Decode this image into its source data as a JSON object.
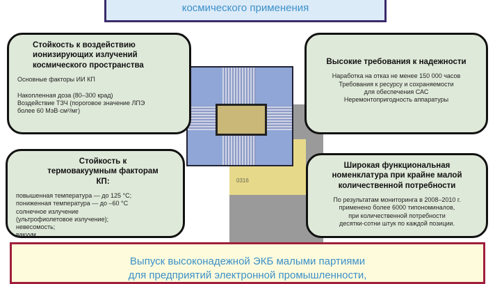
{
  "header": {
    "title_line": "космического применения"
  },
  "bubbles": {
    "radiation": {
      "title": "Стойкость к воздействию ионизирующих излучений космического пространства",
      "lines": [
        "Основные факторы ИИ КП",
        "",
        "Накопленная доза (80–300 крад)",
        "Воздействие ТЗЧ (пороговое значение ЛПЭ",
        "более 60 МэВ·см²/мг)"
      ]
    },
    "reliability": {
      "title": "Высокие требования к надежности",
      "lines": [
        "Наработка на отказ не менее 150 000 часов",
        "Требования к ресурсу и сохраняемости",
        "для обеспечения САС",
        "Неремонтопригодность аппаратуры"
      ]
    },
    "thermovacuum": {
      "title": "Стойкость к термовакуумным факторам КП:",
      "lines": [
        "повышенная температура — до 125 °С;",
        "пониженная температура — до –60 °С",
        "солнечное излучение",
        "(ультрофиолетовое излучение);",
        "невесомость;",
        "вакуум"
      ]
    },
    "nomenclature": {
      "title": "Широкая функциональная номенклатура при крайне малой количественной потребности",
      "lines": [
        "По результатам мониторинга в 2008–2010 г.",
        "применено более 6000 типономиналов,",
        "при количественной потребности",
        "десятки-сотни штук по каждой позиции."
      ]
    }
  },
  "photo": {
    "label": "0316"
  },
  "footer": {
    "lines": [
      "Выпуск высоконадежной ЭКБ малыми партиями",
      "для предприятий электронной промышленности,"
    ]
  }
}
